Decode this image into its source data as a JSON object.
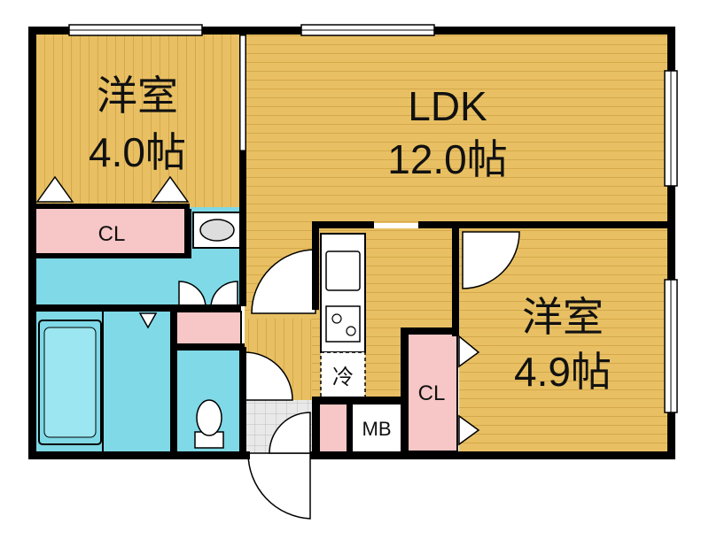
{
  "rooms": {
    "western_room_1": {
      "name": "洋室",
      "size": "4.0帖"
    },
    "ldk": {
      "name": "LDK",
      "size": "12.0帖"
    },
    "western_room_2": {
      "name": "洋室",
      "size": "4.9帖"
    },
    "closet_1": {
      "label": "CL"
    },
    "closet_2": {
      "label": "CL"
    },
    "refrigerator": {
      "label": "冷"
    },
    "meter_box": {
      "label": "MB"
    }
  },
  "colors": {
    "floor_wood": "#E8C063",
    "floor_stripe": "#D9AF4E",
    "wet_area": "#7FD9E6",
    "storage": "#F7C6C6",
    "wall": "#000000",
    "background": "#FFFFFF",
    "entry_tile": "#E6E6E6"
  }
}
